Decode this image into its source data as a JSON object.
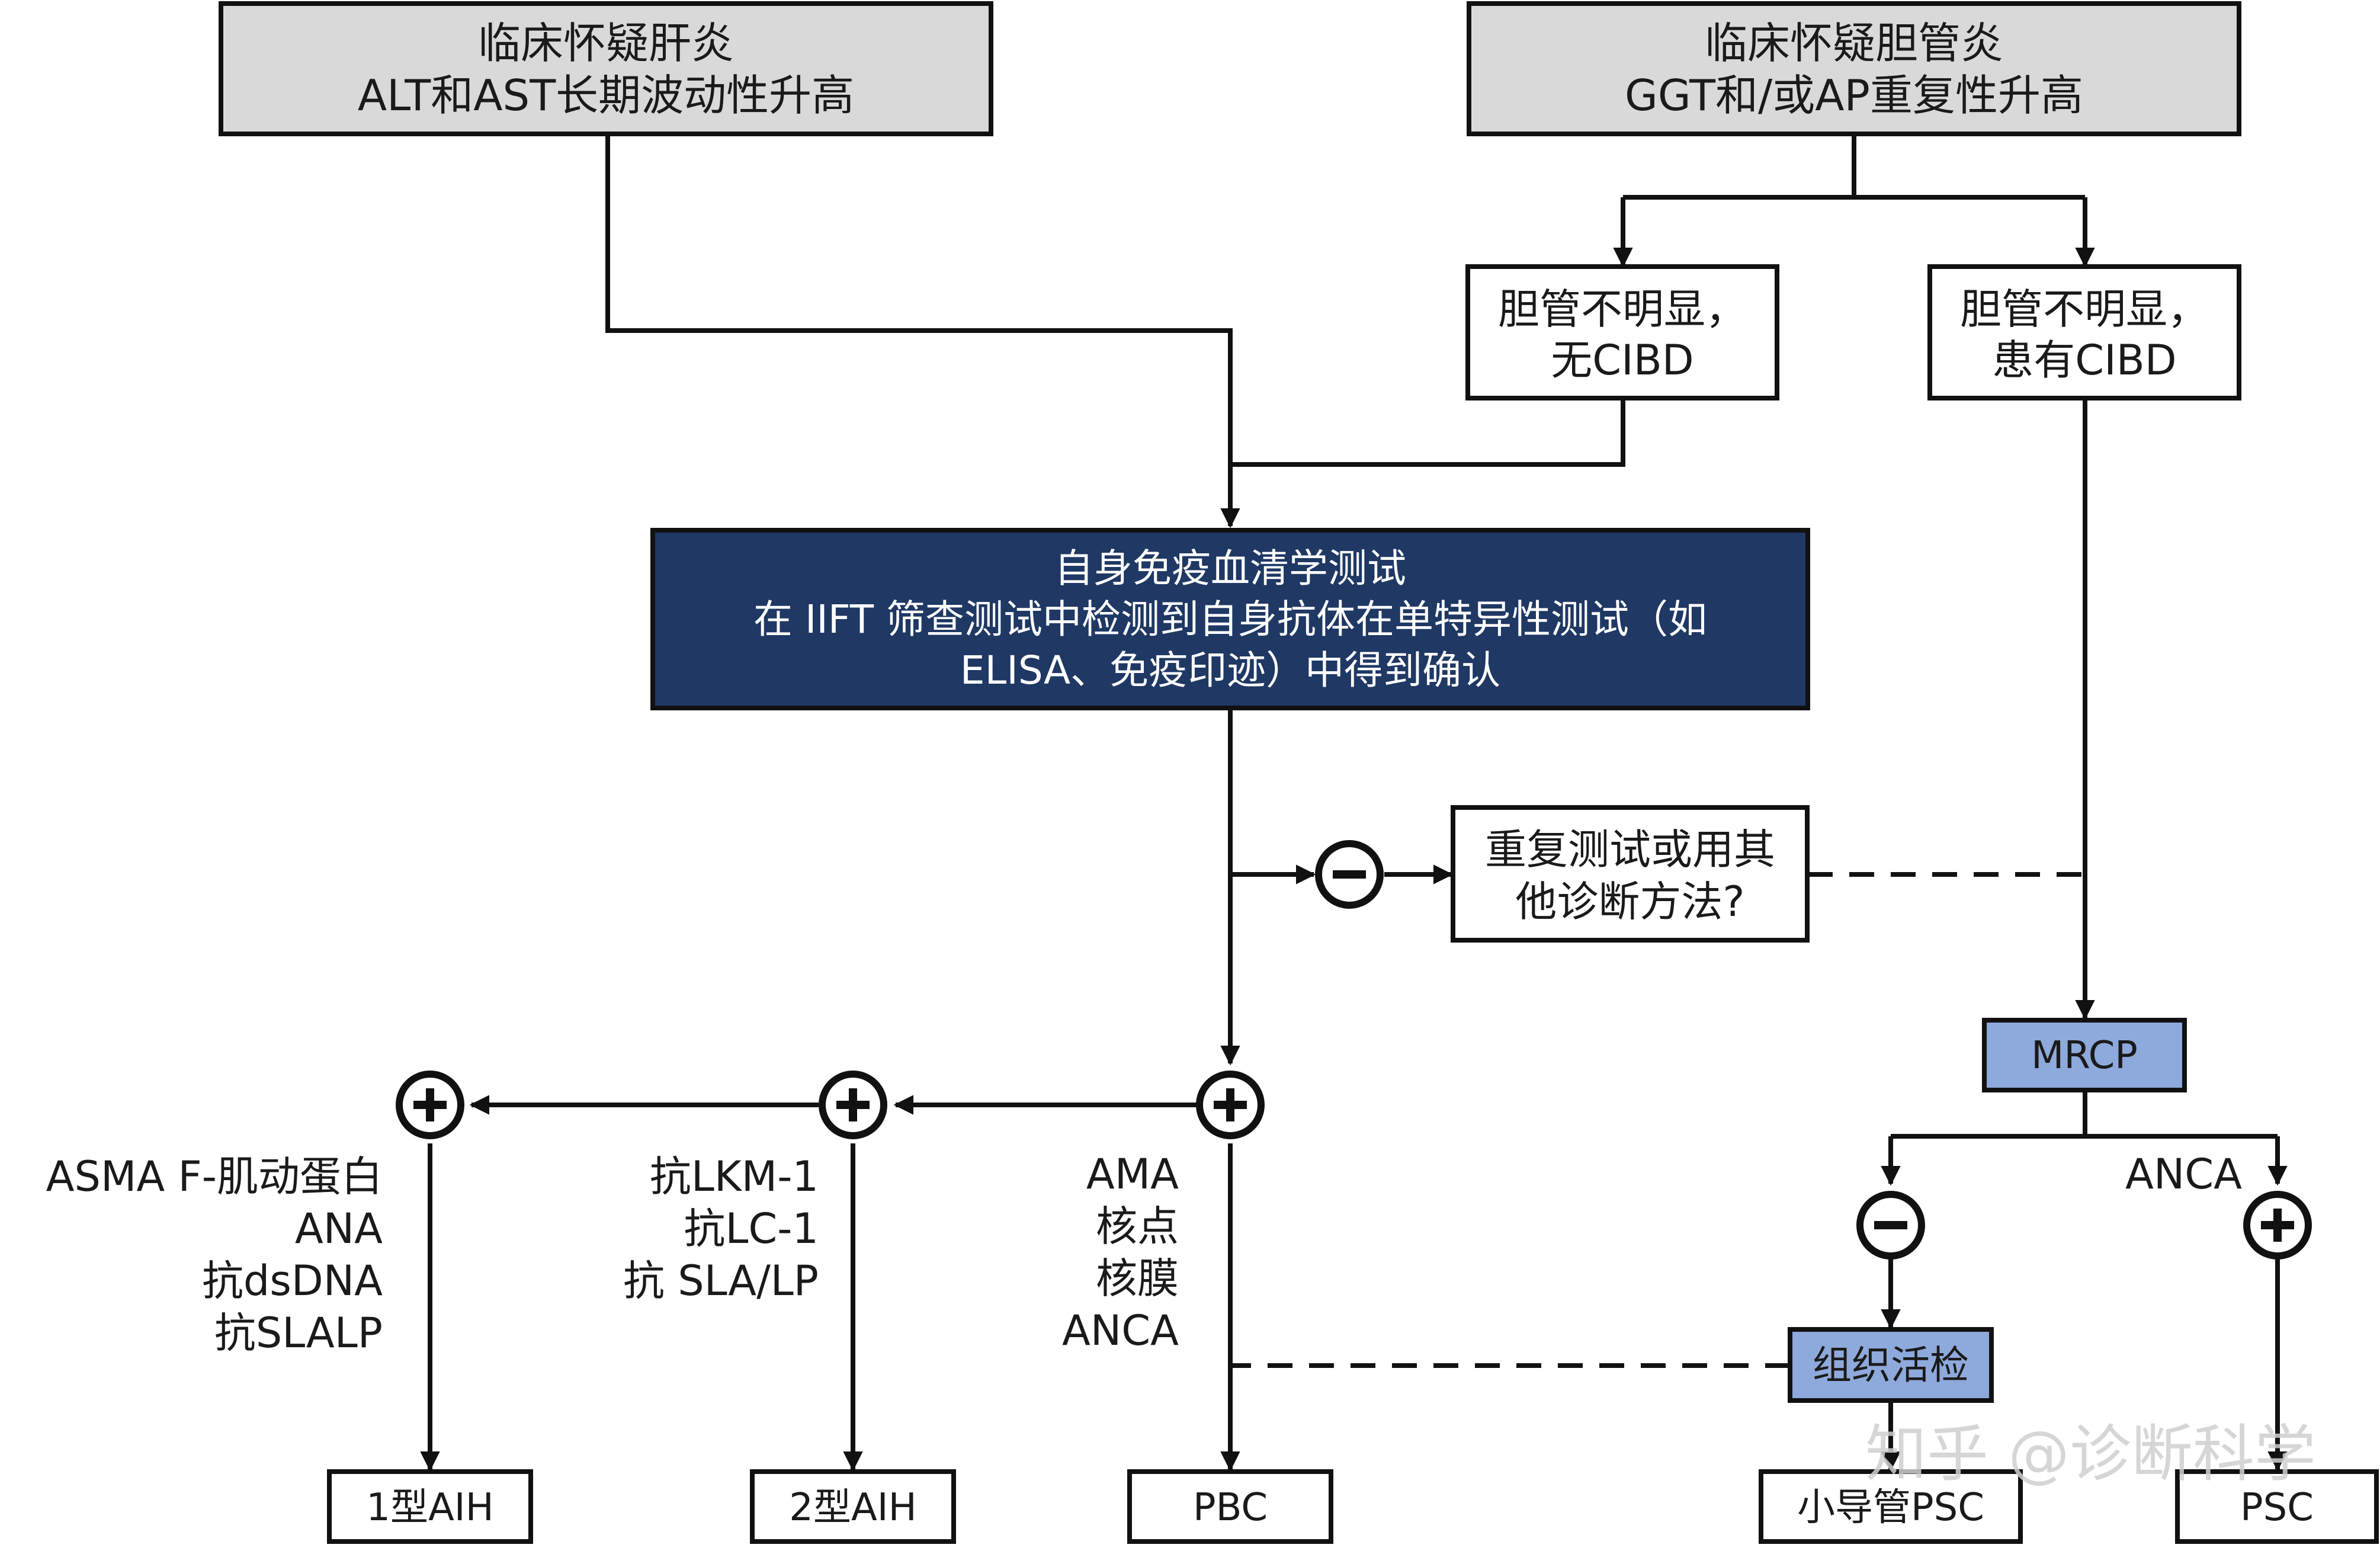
{
  "boxes": {
    "hepatitis": {
      "line1": "临床怀疑肝炎",
      "line2": "ALT和AST长期波动性升高"
    },
    "cholangitis": {
      "line1": "临床怀疑胆管炎",
      "line2": "GGT和/或AP重复性升高"
    },
    "no_cibd": {
      "line1": "胆管不明显，",
      "line2": "无CIBD"
    },
    "with_cibd": {
      "line1": "胆管不明显，",
      "line2": "患有CIBD"
    },
    "serology": {
      "line1": "自身免疫血清学测试",
      "line2": "在 IIFT 筛查测试中检测到自身抗体在单特异性测试（如",
      "line3": "ELISA、免疫印迹）中得到确认"
    },
    "repeat": {
      "line1": "重复测试或用其",
      "line2": "他诊断方法?"
    },
    "mrcp": {
      "label": "MRCP"
    },
    "biopsy": {
      "label": "组织活检"
    },
    "aih1": {
      "label": "1型AIH"
    },
    "aih2": {
      "label": "2型AIH"
    },
    "pbc": {
      "label": "PBC"
    },
    "small_psc": {
      "label": "小导管PSC"
    },
    "psc": {
      "label": "PSC"
    }
  },
  "labels": {
    "aih1_markers": [
      "ASMA F-肌动蛋白",
      "ANA",
      "抗dsDNA",
      "抗SLALP"
    ],
    "aih2_markers": [
      "抗LKM-1",
      "抗LC-1",
      "抗 SLA/LP"
    ],
    "pbc_markers": [
      "AMA",
      "核点",
      "核膜",
      "ANCA"
    ],
    "anca_label": "ANCA"
  },
  "symbols": {
    "plus": "plus-circle-icon",
    "minus": "minus-circle-icon"
  },
  "watermark": "知乎 @诊断科学",
  "colors": {
    "gray_box": "#d9d9d9",
    "navy_box": "#1f3864",
    "blue_box": "#8ea9db",
    "line": "#111111"
  }
}
